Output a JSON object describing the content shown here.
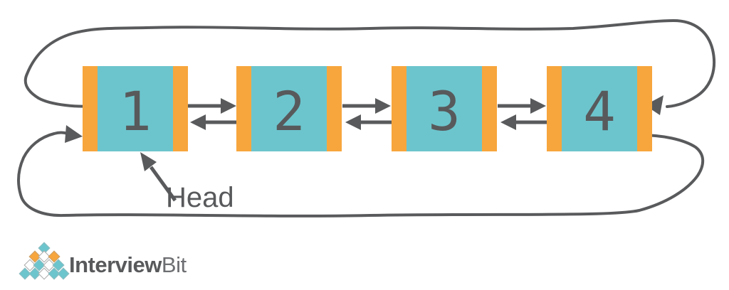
{
  "diagram": {
    "nodes": [
      {
        "value": "1"
      },
      {
        "value": "2"
      },
      {
        "value": "3"
      },
      {
        "value": "4"
      }
    ],
    "head_label": "Head"
  },
  "colors": {
    "node_fill": "#6CC5CD",
    "pointer_fill": "#F7A63D",
    "line": "#595A5C"
  },
  "logo": {
    "brand_bold": "Interview",
    "brand_light": "Bit",
    "pyramid_rows": [
      [
        "teal"
      ],
      [
        "orange",
        "white",
        "orange"
      ],
      [
        "white",
        "teal",
        "white",
        "teal"
      ],
      [
        "teal",
        "teal",
        "white",
        "teal",
        "teal"
      ]
    ]
  }
}
